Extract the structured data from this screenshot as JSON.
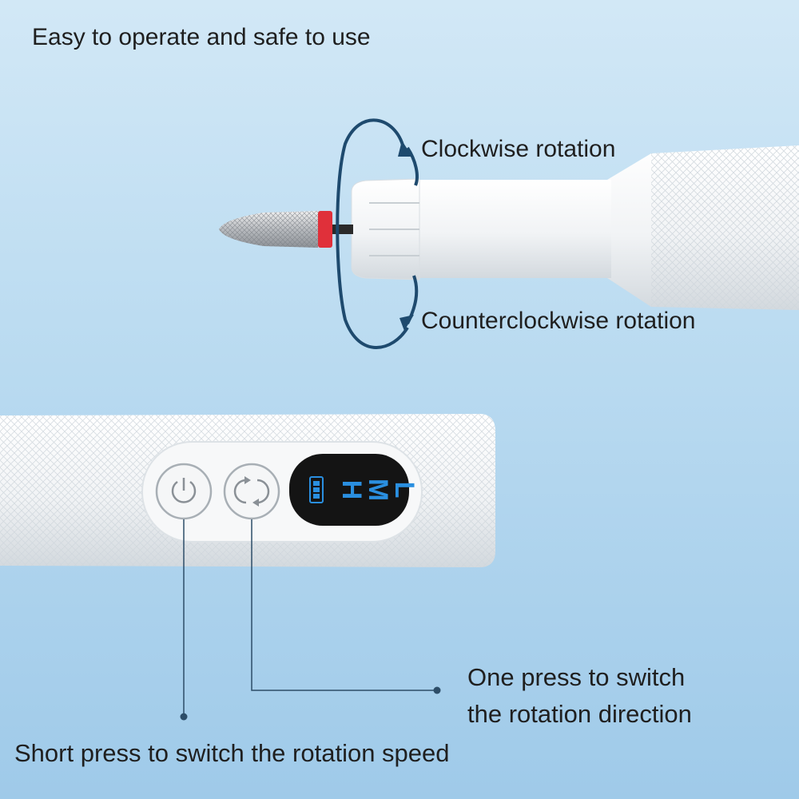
{
  "headline": "Easy to operate and safe to use",
  "rotation": {
    "clockwise_label": "Clockwise rotation",
    "counterclockwise_label": "Counterclockwise rotation"
  },
  "display": {
    "battery_icon": "battery-icon",
    "speed_modes": [
      "H",
      "M",
      "L"
    ],
    "text_color": "#2a8fe0",
    "background": "#141414"
  },
  "buttons": {
    "power_icon": "power-icon",
    "direction_icon": "rotate-icon"
  },
  "callouts": {
    "direction_line1": "One press to switch",
    "direction_line2": "the rotation direction",
    "speed": "Short press to switch the rotation speed"
  },
  "colors": {
    "arrow": "#1e4a6e",
    "accent_ring": "#e0303a",
    "callout_line": "#2d4d68"
  }
}
